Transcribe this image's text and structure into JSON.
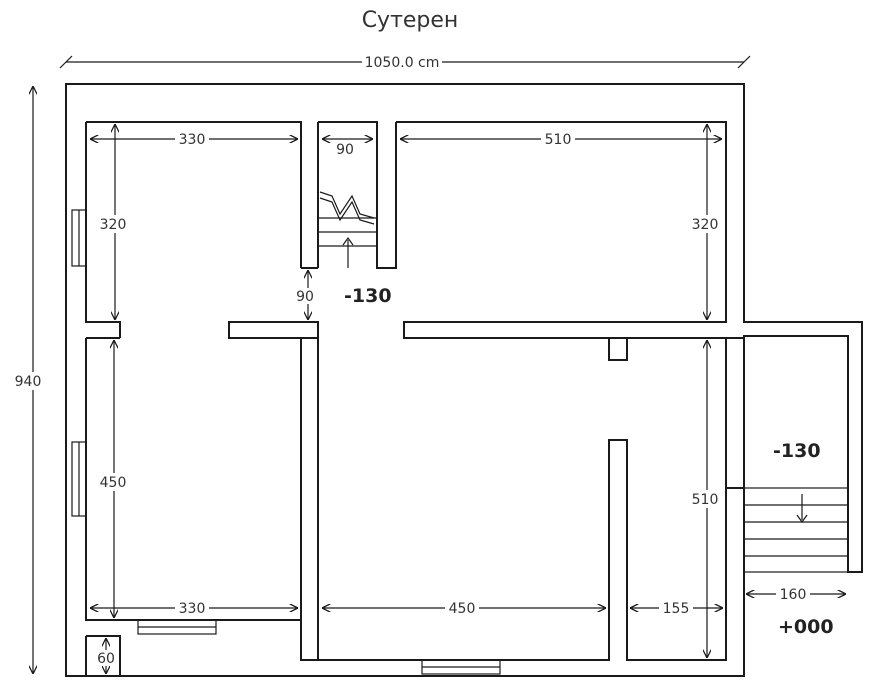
{
  "title": "Сутерен",
  "dimensions": {
    "overall_width": "1050.0 cm",
    "overall_height": "940",
    "room_tl_width": "330",
    "stair_width": "90",
    "room_tr_width": "510",
    "room_tl_height": "320",
    "room_tr_height": "320",
    "corridor_gap": "90",
    "room_bl_height": "450",
    "room_bl_width": "330",
    "hall_width": "450",
    "right_strip_width": "155",
    "right_height": "510",
    "ext_stair_width": "160",
    "bottom_offset": "60"
  },
  "levels": {
    "inner_stair": "-130",
    "outer_stair": "-130",
    "ground": "+000"
  }
}
